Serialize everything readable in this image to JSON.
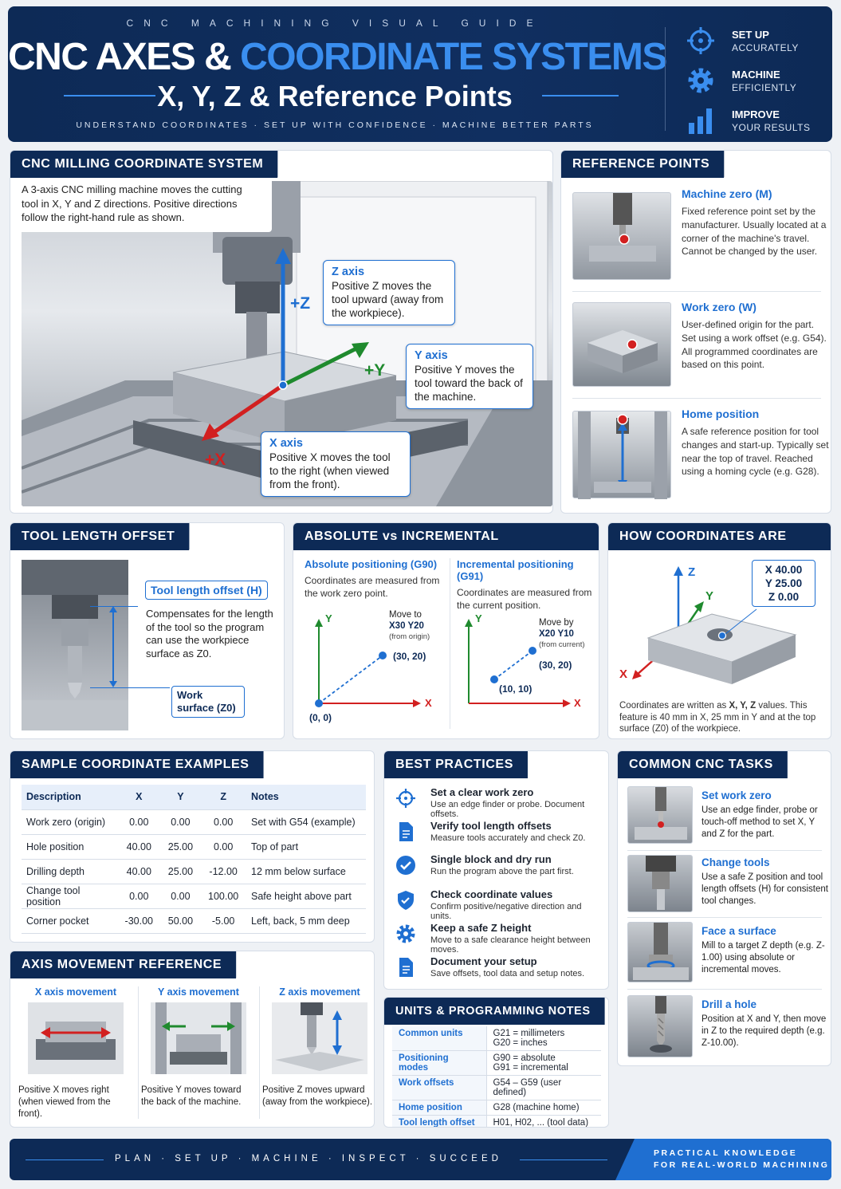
{
  "header": {
    "kicker": "CNC MACHINING VISUAL GUIDE",
    "title_a": "CNC AXES &",
    "title_b": "COORDINATE SYSTEMS",
    "subtitle": "X, Y, Z & Reference Points",
    "tagline": "UNDERSTAND COORDINATES · SET UP WITH CONFIDENCE · MACHINE BETTER PARTS",
    "side": [
      {
        "icon": "crosshair-icon",
        "a": "SET UP",
        "b": "ACCURATELY"
      },
      {
        "icon": "gear-icon",
        "a": "MACHINE",
        "b": "EFFICIENTLY"
      },
      {
        "icon": "bar-chart-icon",
        "a": "IMPROVE",
        "b": "YOUR RESULTS"
      }
    ]
  },
  "milling": {
    "title": "CNC MILLING COORDINATE SYSTEM",
    "intro": "A 3-axis CNC milling machine moves the cutting tool in X, Y and Z directions. Positive directions follow the right-hand rule as shown.",
    "z": {
      "axis": "+Z",
      "head": "Z axis",
      "text": "Positive Z moves the tool upward (away from the workpiece)."
    },
    "y": {
      "axis": "+Y",
      "head": "Y axis",
      "text": "Positive Y moves the tool toward the back of the machine."
    },
    "x": {
      "axis": "+X",
      "head": "X axis",
      "text": "Positive X moves the tool to the right (when viewed from the front)."
    }
  },
  "reference": {
    "title": "REFERENCE POINTS",
    "items": [
      {
        "head": "Machine zero (M)",
        "text": "Fixed reference point set by the manufacturer. Usually located at a corner of the machine's travel. Cannot be changed by the user."
      },
      {
        "head": "Work zero (W)",
        "text": "User-defined origin for the part. Set using a work offset (e.g. G54). All programmed coordinates are based on this point."
      },
      {
        "head": "Home position",
        "text": "A safe reference position for tool changes and start-up. Typically set near the top of travel. Reached using a homing cycle (e.g. G28)."
      }
    ]
  },
  "tlo": {
    "title": "TOOL LENGTH OFFSET",
    "label": "Tool length offset (H)",
    "text": "Compensates for the length of the tool so the program can use the workpiece surface as Z0.",
    "work": "Work surface (Z0)"
  },
  "absinc": {
    "title": "ABSOLUTE vs INCREMENTAL POSITIONING",
    "abs": {
      "head": "Absolute positioning (G90)",
      "text": "Coordinates are measured from the work zero point.",
      "move": "Move to",
      "cmd": "X30 Y20",
      "note": "(from origin)",
      "pt": "(30, 20)",
      "origin": "(0, 0)",
      "x": "X",
      "y": "Y"
    },
    "inc": {
      "head": "Incremental positioning (G91)",
      "text": "Coordinates are measured from the current position.",
      "move": "Move by",
      "cmd": "X20 Y10",
      "note": "(from current)",
      "pt": "(30, 20)",
      "start": "(10, 10)",
      "x": "X",
      "y": "Y"
    }
  },
  "read": {
    "title": "HOW COORDINATES ARE READ",
    "x": "X 40.00",
    "y": "Y 25.00",
    "z": "Z 0.00",
    "ax": "X",
    "ay": "Y",
    "az": "Z",
    "note1": "Coordinates are written as",
    "note_bold": "X, Y, Z",
    "note2": "values. This feature is 40 mm in X, 25 mm in Y and at the top surface (Z0) of the workpiece."
  },
  "samples": {
    "title": "SAMPLE COORDINATE EXAMPLES",
    "headers": [
      "Description",
      "X",
      "Y",
      "Z",
      "Notes"
    ],
    "rows": [
      [
        "Work zero (origin)",
        "0.00",
        "0.00",
        "0.00",
        "Set with G54 (example)"
      ],
      [
        "Hole position",
        "40.00",
        "25.00",
        "0.00",
        "Top of part"
      ],
      [
        "Drilling depth",
        "40.00",
        "25.00",
        "-12.00",
        "12 mm below surface"
      ],
      [
        "Change tool position",
        "0.00",
        "0.00",
        "100.00",
        "Safe height above part"
      ],
      [
        "Corner pocket",
        "-30.00",
        "50.00",
        "-5.00",
        "Left, back, 5 mm deep"
      ]
    ]
  },
  "axismove": {
    "title": "AXIS MOVEMENT REFERENCE",
    "items": [
      {
        "head": "X axis movement",
        "text": "Positive X moves right (when viewed from the front)."
      },
      {
        "head": "Y axis movement",
        "text": "Positive Y moves toward the back of the machine."
      },
      {
        "head": "Z axis movement",
        "text": "Positive Z moves upward (away from the workpiece)."
      }
    ]
  },
  "best": {
    "title": "BEST PRACTICES",
    "items": [
      {
        "icon": "crosshair-icon",
        "t": "Set a clear work zero",
        "d": "Use an edge finder or probe. Document offsets."
      },
      {
        "icon": "document-icon",
        "t": "Verify tool length offsets",
        "d": "Measure tools accurately and check Z0."
      },
      {
        "icon": "check-circle-icon",
        "t": "Single block and dry run",
        "d": "Run the program above the part first."
      },
      {
        "icon": "shield-icon",
        "t": "Check coordinate values",
        "d": "Confirm positive/negative direction and units."
      },
      {
        "icon": "gear-icon",
        "t": "Keep a safe Z height",
        "d": "Move to a safe clearance height between moves."
      },
      {
        "icon": "document-icon",
        "t": "Document your setup",
        "d": "Save offsets, tool data and setup notes."
      }
    ]
  },
  "units": {
    "title": "UNITS & PROGRAMMING NOTES",
    "rows": [
      {
        "k": "Common units",
        "v1": "G21 = millimeters",
        "v2": "G20 = inches"
      },
      {
        "k": "Positioning modes",
        "v1": "G90 = absolute",
        "v2": "G91 = incremental"
      },
      {
        "k": "Work offsets",
        "v1": "G54 – G59 (user defined)",
        "v2": ""
      },
      {
        "k": "Home position",
        "v1": "G28 (machine home)",
        "v2": ""
      },
      {
        "k": "Tool length offset",
        "v1": "H01, H02, ... (tool data)",
        "v2": ""
      }
    ]
  },
  "tasks": {
    "title": "COMMON CNC TASKS",
    "items": [
      {
        "head": "Set work zero",
        "text": "Use an edge finder, probe or touch-off method to set X, Y and Z for the part."
      },
      {
        "head": "Change tools",
        "text": "Use a safe Z position and tool length offsets (H) for consistent tool changes."
      },
      {
        "head": "Face a surface",
        "text": "Mill to a target Z depth (e.g. Z-1.00) using absolute or incremental moves."
      },
      {
        "head": "Drill a hole",
        "text": "Position at X and Y, then move in Z to the required depth (e.g. Z-10.00)."
      }
    ]
  },
  "footer": {
    "steps": "PLAN · SET UP · MACHINE · INSPECT · SUCCEED",
    "right1": "PRACTICAL KNOWLEDGE",
    "right2": "FOR REAL-WORLD MACHINING"
  },
  "colors": {
    "navy": "#0d2a56",
    "blue": "#1f6fd1",
    "green": "#1f8a2e",
    "red": "#d22020"
  }
}
